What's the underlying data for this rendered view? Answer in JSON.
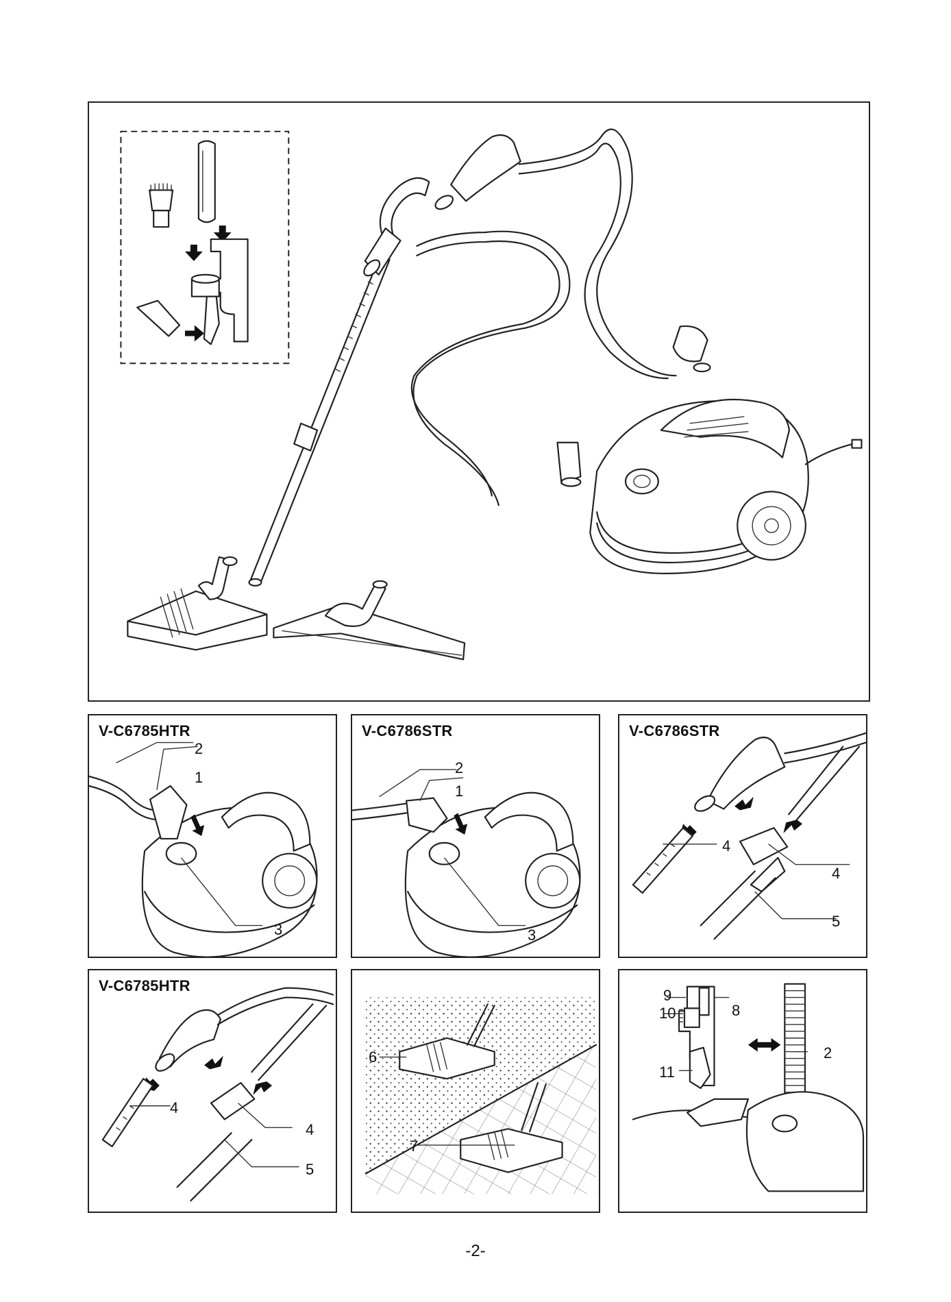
{
  "main_figure": {
    "accessories_inset": {},
    "components": [
      "hose",
      "telescopic-tube",
      "vacuum-body",
      "floor-brush",
      "parquet-brush"
    ]
  },
  "panels": [
    {
      "id": "p1",
      "model": "V-C6785HTR",
      "callouts": [
        "2",
        "1",
        "3"
      ]
    },
    {
      "id": "p2",
      "model": "V-C6786STR",
      "callouts": [
        "2",
        "1",
        "3"
      ]
    },
    {
      "id": "p3",
      "model": "V-C6786STR",
      "callouts": [
        "4",
        "4",
        "5"
      ]
    },
    {
      "id": "p4",
      "model": "V-C6785HTR",
      "callouts": [
        "4",
        "4",
        "5"
      ]
    },
    {
      "id": "p5",
      "model": "",
      "callouts": [
        "6",
        "7"
      ]
    },
    {
      "id": "p6",
      "model": "",
      "callouts": [
        "9",
        "10",
        "8",
        "11",
        "2"
      ]
    }
  ],
  "page_number": "-2-"
}
